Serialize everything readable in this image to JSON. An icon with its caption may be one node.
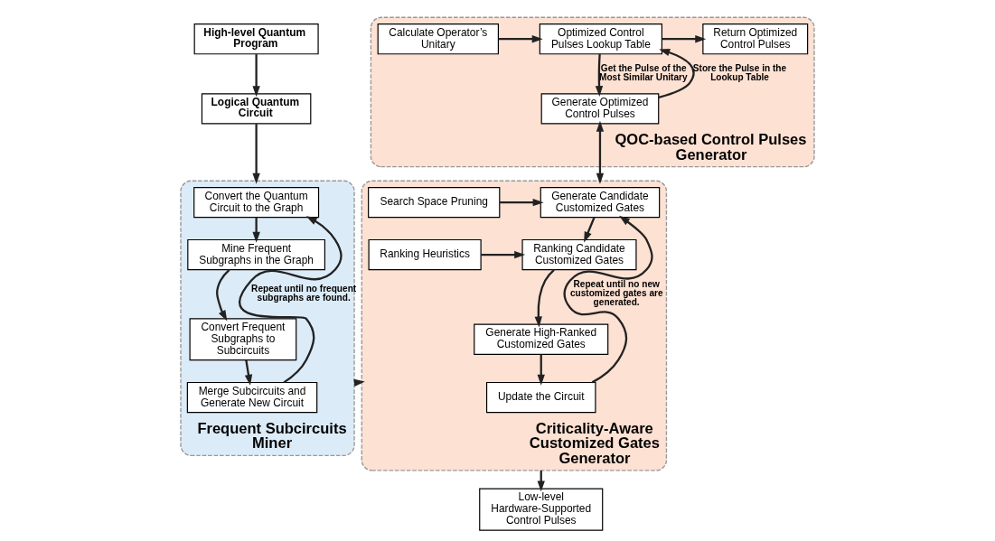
{
  "diagram": {
    "nodes": [
      {
        "text": [
          "High-level Quantum Program"
        ]
      },
      {
        "text": [
          "Logical Quantum Circuit"
        ]
      },
      {
        "text": [
          "QOC-based Control Pulses Generator"
        ]
      },
      {
        "text": [
          "Calculate Operator’s Unitary"
        ],
        "in": 2
      },
      {
        "text": [
          "Optimized Control Pulses Lookup Table"
        ],
        "in": 2
      },
      {
        "text": [
          "Return Optimized Control Pulses"
        ],
        "in": 2
      },
      {
        "text": [
          "Generate Optimized Control Pulses"
        ],
        "in": 2
      },
      {
        "text": [
          "Frequent Subcircuits Miner"
        ]
      },
      {
        "text": [
          "Convert the Quantum Circuit to the Graph"
        ],
        "in": 7
      },
      {
        "text": [
          "Mine Frequent Subgraphs in the Graph"
        ],
        "in": 7
      },
      {
        "text": [
          "Convert Frequent Subgraphs to Subcircuits"
        ],
        "in": 7
      },
      {
        "text": [
          "Merge Subcircuits and Generate New Circuit"
        ],
        "in": 7
      },
      {
        "text": [
          "Criticality-Aware Customized Gates Generator"
        ]
      },
      {
        "text": [
          "Generate Candidate Customized Gates"
        ],
        "in": 12
      },
      {
        "text": [
          "Search Space Pruning"
        ],
        "in": 12
      },
      {
        "text": [
          "Ranking Candidate Customized Gates"
        ],
        "in": 12
      },
      {
        "text": [
          "Ranking Heuristics"
        ],
        "in": 12
      },
      {
        "text": [
          "Generate High-Ranked Customized Gates"
        ],
        "in": 12
      },
      {
        "text": [
          "Update the Circuit"
        ],
        "in": 12
      },
      {
        "text": [
          "Low-level Hardware-Supported Control Pulses"
        ]
      }
    ],
    "edges": [
      {
        "from": 0,
        "to": 1,
        "arrow": "to"
      },
      {
        "from": 1,
        "to": 7,
        "arrow": "to"
      },
      {
        "from": 3,
        "to": 4,
        "arrow": "to"
      },
      {
        "from": 4,
        "to": 5,
        "arrow": "to"
      },
      {
        "from": 4,
        "to": 6,
        "arrow": "to",
        "label": "Get the Pulse of the Most Similar Unitary"
      },
      {
        "from": 6,
        "to": 4,
        "arrow": "to",
        "label": "Store the Pulse in the Lookup Table"
      },
      {
        "from": 6,
        "to": 12,
        "arrow": "both"
      },
      {
        "from": 8,
        "to": 9,
        "arrow": "to"
      },
      {
        "from": 9,
        "to": 10,
        "arrow": "to"
      },
      {
        "from": 10,
        "to": 11,
        "arrow": "to"
      },
      {
        "from": 11,
        "to": 8,
        "arrow": "to",
        "label": "Repeat until no frequent subgraphs are found."
      },
      {
        "from": 7,
        "to": 12,
        "arrow": "to"
      },
      {
        "from": 14,
        "to": 13,
        "arrow": "to"
      },
      {
        "from": 13,
        "to": 15,
        "arrow": "to"
      },
      {
        "from": 16,
        "to": 15,
        "arrow": "to"
      },
      {
        "from": 15,
        "to": 17,
        "arrow": "to"
      },
      {
        "from": 17,
        "to": 18,
        "arrow": "to"
      },
      {
        "from": 18,
        "to": 13,
        "arrow": "to",
        "label": "Repeat until no new customized gates are generated."
      },
      {
        "from": 12,
        "to": 19,
        "arrow": "to"
      }
    ]
  }
}
